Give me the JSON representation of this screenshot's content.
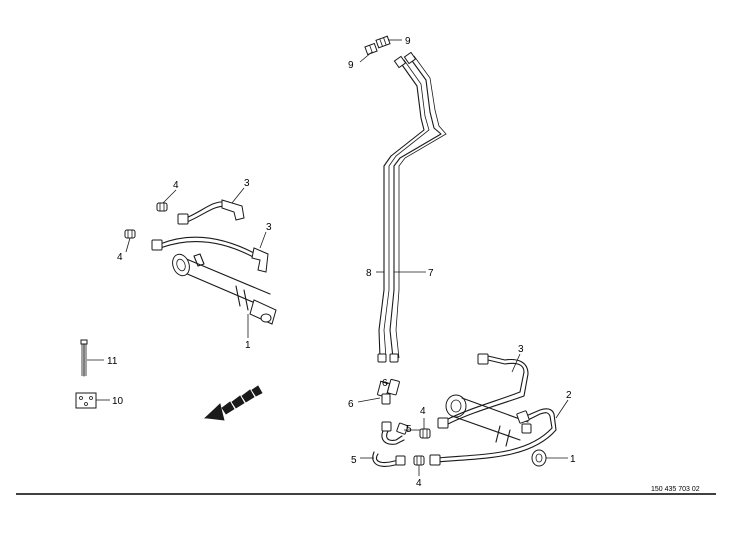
{
  "drawing_number": "150 435 703 02",
  "callouts": {
    "c9a": "9",
    "c9b": "9",
    "c8": "8",
    "c7": "7",
    "c4a": "4",
    "c4b": "4",
    "c3a": "3",
    "c3b": "3",
    "c1a": "1",
    "c11": "11",
    "c10": "10",
    "c6a": "6",
    "c6b": "6",
    "c5a": "5",
    "c5b": "5",
    "c4c": "4",
    "c4d": "4",
    "c3c": "3",
    "c2": "2",
    "c1b": "1"
  }
}
